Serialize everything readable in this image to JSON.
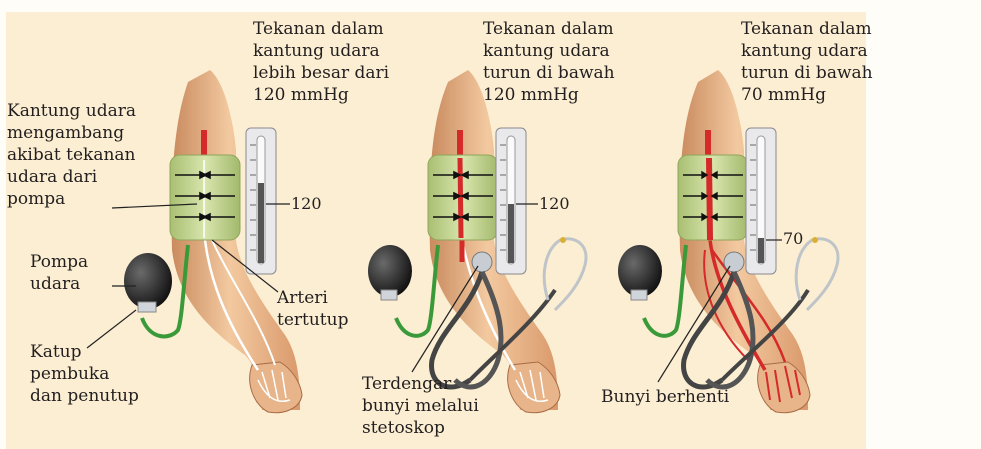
{
  "panels": [
    {
      "heading": "Tekanan dalam\nkantung udara\nlebih besar dari\n120 mmHg",
      "reading": "120",
      "level": 120
    },
    {
      "heading": "Tekanan dalam\nkantung udara\nturun di bawah\n120 mmHg",
      "reading": "120",
      "level": 120
    },
    {
      "heading": "Tekanan dalam\nkantung udara\nturun di bawah\n70 mmHg",
      "reading": "70",
      "level": 70
    }
  ],
  "labels": {
    "cuff": "Kantung udara\nmengambang\nakibat tekanan\nudara dari\npompa",
    "pump": "Pompa\nudara",
    "valve": "Katup\npembuka\ndan penutup",
    "artery": "Arteri\ntertutup",
    "sound_heard": "Terdengar\nbunyi melalui\nstetoskop",
    "sound_stopped": "Bunyi berhenti"
  },
  "colors": {
    "background": "#fbeed2",
    "skin": "#eab58a",
    "cuff": "#c9d89a",
    "artery": "#d42a2a",
    "tube": "#3a9a3a",
    "bulb": "#2b2b2b"
  }
}
